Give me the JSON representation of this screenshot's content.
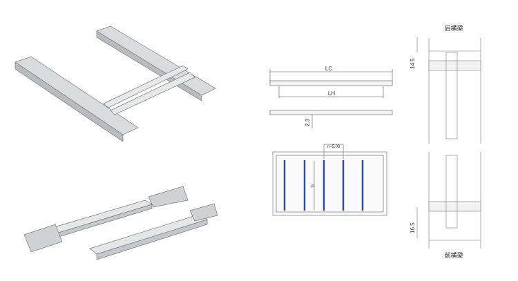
{
  "dimensions": {
    "lc": "LC",
    "lh": "LH",
    "height_2_3": "2.3",
    "pitch": "n×5.08",
    "p": "P",
    "rear_offset": "14.5",
    "front_offset": "16.5"
  },
  "labels": {
    "rear_beam": "后横梁",
    "front_beam": "前横梁"
  },
  "colors": {
    "rail": "#2c4fa3",
    "metal": "#d4d7da",
    "line": "#555555"
  }
}
